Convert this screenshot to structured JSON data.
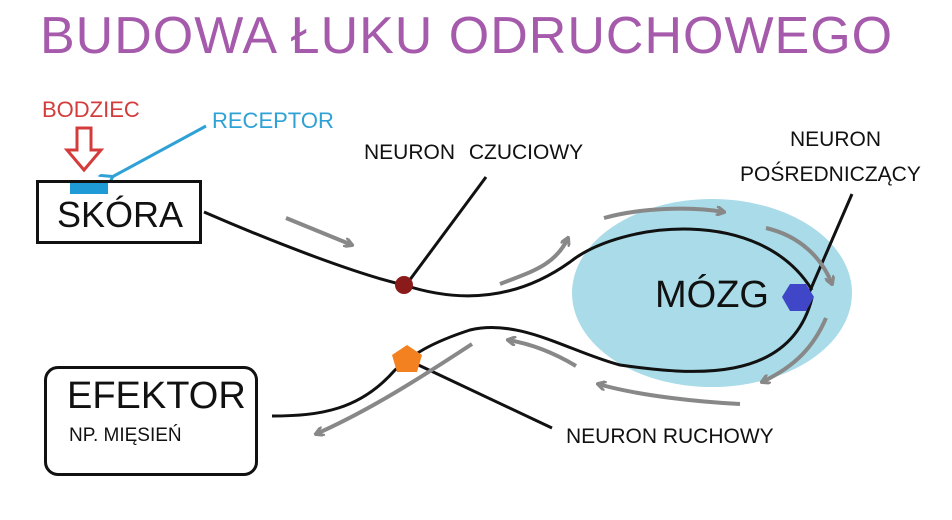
{
  "title": "BUDOWA ŁUKU ODRUCHOWEGO",
  "labels": {
    "bodziec": "BODZIEC",
    "receptor": "RECEPTOR",
    "skora": "SKÓRA",
    "neuron_czuciowy": "NEURON CZUCIOWY",
    "neuron_posredniczacy_line1": "NEURON",
    "neuron_posredniczacy_line2": "POŚREDNICZĄCY",
    "mozg": "MÓZG",
    "neuron_ruchowy": "NEURON RUCHOWY",
    "efektor": "EFEKTOR",
    "efektor_example": "NP. MIĘSIEŃ"
  },
  "colors": {
    "title": "#a55aab",
    "bodziec": "#d43c3c",
    "receptor": "#2ea1d6",
    "brain": "#a9dbe8",
    "sensory_neuron_body": "#8b1a1a",
    "interneuron_body": "#3f46c8",
    "motor_neuron_body": "#f4811f",
    "flow_arrows": "#888888"
  }
}
